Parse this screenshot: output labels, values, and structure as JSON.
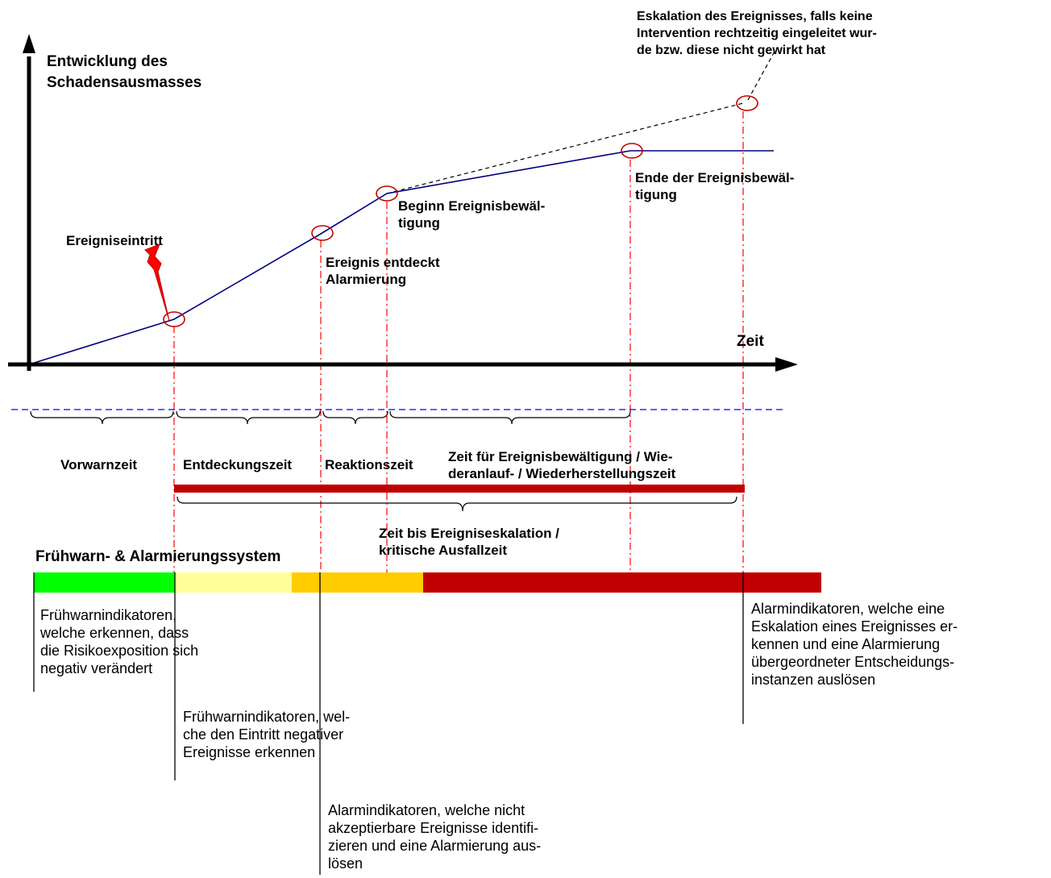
{
  "axes": {
    "y_label": "Entwicklung des\nSchadensausmasses",
    "x_label": "Zeit"
  },
  "milestones": {
    "event_occurrence": "Ereigniseintritt",
    "event_detected": "Ereignis entdeckt\nAlarmierung",
    "begin_handling": "Beginn Ereignisbewäl-\ntigung",
    "end_handling": "Ende der Ereignisbewäl-\ntigung",
    "escalation": "Eskalation des Ereignisses, falls keine\nIntervention rechtzeitig eingeleitet wur-\nde bzw. diese nicht gewirkt hat"
  },
  "phases": {
    "warning_time": "Vorwarnzeit",
    "detection_time": "Entdeckungszeit",
    "reaction_time": "Reaktionszeit",
    "handling_time": "Zeit für Ereignisbewältigung / Wie-\nderanlauf- / Wiederherstellungszeit",
    "escalation_time": "Zeit bis Ereigniseskalation /\nkritische Ausfallzeit"
  },
  "system": {
    "title": "Frühwarn- & Alarmierungssystem",
    "colors": {
      "green": "#00ff00",
      "light_yellow": "#ffff99",
      "orange": "#ffcc00",
      "dark_red": "#c00000",
      "curve": "#000080",
      "marker": "#c00000"
    }
  },
  "indicators": {
    "early_warning_exposure": "Frühwarnindikatoren,\nwelche erkennen, dass\ndie Risikoexposition sich\nnegativ verändert",
    "early_warning_events": "Frühwarnindikatoren, wel-\nche den Eintritt negativer\nEreignisse erkennen",
    "alarm_unacceptable": "Alarmindikatoren, welche nicht\nakzeptierbare Ereignisse identifi-\nzieren und eine Alarmierung aus-\nlösen",
    "alarm_escalation": "Alarmindikatoren, welche eine\nEskalation eines Ereignisses er-\nkennen und eine Alarmierung\nübergeordneter Entscheidungs-\ninstanzen auslösen"
  }
}
